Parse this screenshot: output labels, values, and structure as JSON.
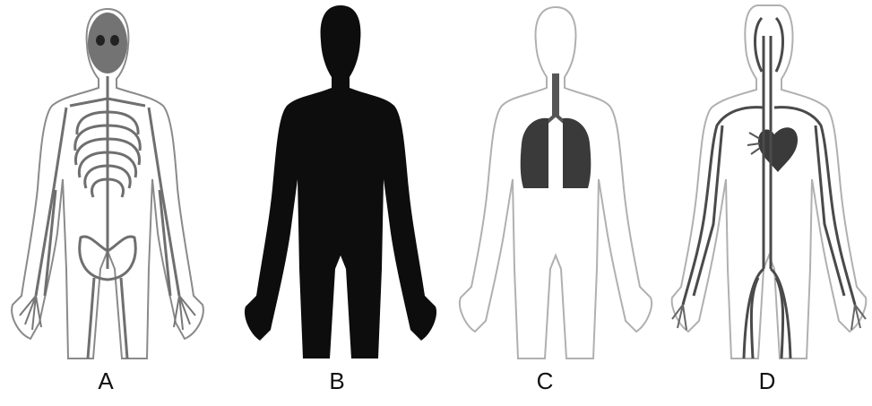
{
  "figures": [
    {
      "label": "A",
      "system": "skeletal",
      "icon": "skeleton-icon"
    },
    {
      "label": "B",
      "system": "integumentary",
      "icon": "body-silhouette-icon"
    },
    {
      "label": "C",
      "system": "respiratory",
      "icon": "lungs-icon"
    },
    {
      "label": "D",
      "system": "circulatory",
      "icon": "blood-vessels-icon"
    }
  ],
  "colors": {
    "ink": "#111111",
    "outline": "#9a9a9a",
    "bone": "#6f6f6f",
    "lung": "#3a3a3a",
    "vessel": "#4a4a4a"
  }
}
